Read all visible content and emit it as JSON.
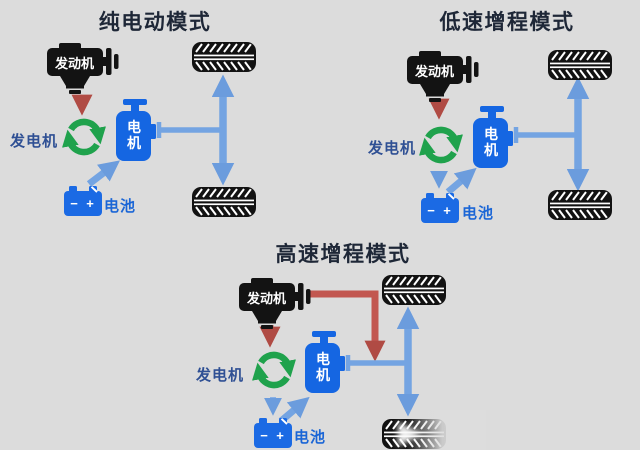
{
  "colors": {
    "background": "#dcdcdc",
    "title_text": "#1e2737",
    "generator_label_blue": "#2f5094",
    "battery_label_blue": "#1b66d6",
    "component_blue": "#1566e2",
    "arrow_light_blue": "#74a4e2",
    "arrow_red": "#c25750",
    "generator_green": "#1fa24c",
    "icon_black": "#131313"
  },
  "panels": [
    {
      "title": "纯电动模式",
      "labels": {
        "engine": "发动机",
        "generator": "发电机",
        "motor": "电机",
        "battery": "电池"
      },
      "battery_terminals": {
        "minus": "−",
        "plus": "+"
      }
    },
    {
      "title": "低速增程模式",
      "labels": {
        "engine": "发动机",
        "generator": "发电机",
        "motor": "电机",
        "battery": "电池"
      },
      "battery_terminals": {
        "minus": "−",
        "plus": "+"
      }
    },
    {
      "title": "高速增程模式",
      "labels": {
        "engine": "发动机",
        "generator": "发电机",
        "motor": "电机",
        "battery": "电池"
      },
      "battery_terminals": {
        "minus": "−",
        "plus": "+"
      }
    }
  ]
}
